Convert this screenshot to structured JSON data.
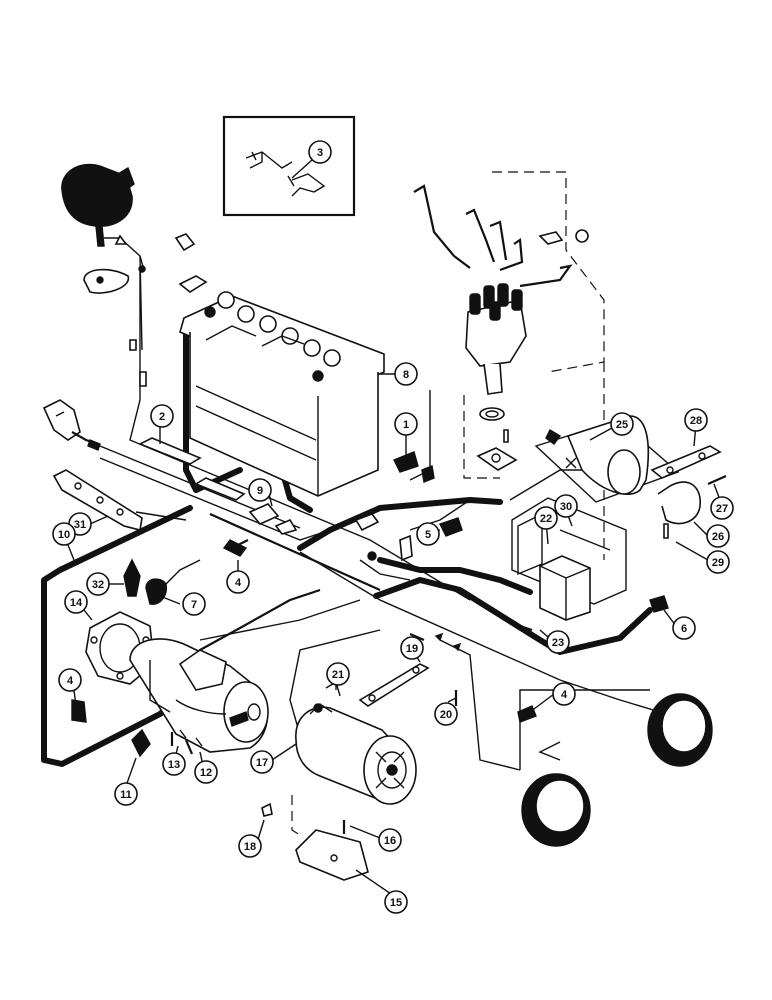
{
  "callouts": [
    {
      "id": "c1",
      "label": "1"
    },
    {
      "id": "c2",
      "label": "2"
    },
    {
      "id": "c3",
      "label": "3"
    },
    {
      "id": "c4a",
      "label": "4"
    },
    {
      "id": "c4b",
      "label": "4"
    },
    {
      "id": "c4c",
      "label": "4"
    },
    {
      "id": "c5",
      "label": "5"
    },
    {
      "id": "c6",
      "label": "6"
    },
    {
      "id": "c7",
      "label": "7"
    },
    {
      "id": "c8",
      "label": "8"
    },
    {
      "id": "c9",
      "label": "9"
    },
    {
      "id": "c10",
      "label": "10"
    },
    {
      "id": "c11",
      "label": "11"
    },
    {
      "id": "c12",
      "label": "12"
    },
    {
      "id": "c13",
      "label": "13"
    },
    {
      "id": "c14",
      "label": "14"
    },
    {
      "id": "c15",
      "label": "15"
    },
    {
      "id": "c16",
      "label": "16"
    },
    {
      "id": "c17",
      "label": "17"
    },
    {
      "id": "c18",
      "label": "18"
    },
    {
      "id": "c19",
      "label": "19"
    },
    {
      "id": "c20",
      "label": "20"
    },
    {
      "id": "c21",
      "label": "21"
    },
    {
      "id": "c22",
      "label": "22"
    },
    {
      "id": "c23",
      "label": "23"
    },
    {
      "id": "c25",
      "label": "25"
    },
    {
      "id": "c26",
      "label": "26"
    },
    {
      "id": "c27",
      "label": "27"
    },
    {
      "id": "c28",
      "label": "28"
    },
    {
      "id": "c29",
      "label": "29"
    },
    {
      "id": "c30",
      "label": "30"
    },
    {
      "id": "c31",
      "label": "31"
    },
    {
      "id": "c32",
      "label": "32"
    }
  ]
}
